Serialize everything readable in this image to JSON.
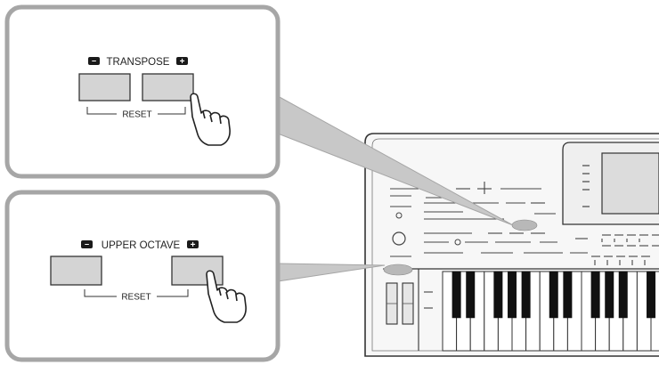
{
  "callouts": {
    "transpose": {
      "title": "TRANSPOSE",
      "minus_symbol": "−",
      "plus_symbol": "+",
      "reset_label": "RESET"
    },
    "upper_octave": {
      "title": "UPPER OCTAVE",
      "minus_symbol": "−",
      "plus_symbol": "+",
      "reset_label": "RESET"
    }
  },
  "colors": {
    "panel_border": "#a6a6a6",
    "button_fill": "#d4d4d4",
    "highlight": "#b8b8b8",
    "line": "#333333"
  }
}
